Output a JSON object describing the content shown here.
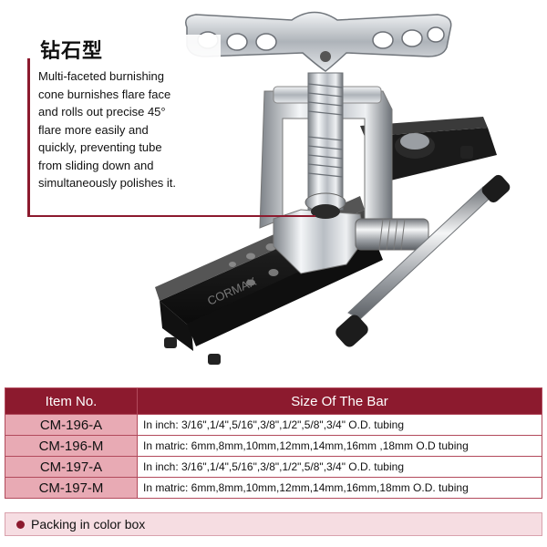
{
  "callout": {
    "title": "钻石型",
    "lines": [
      "Multi-faceted burnishing",
      "cone burnishes flare face",
      "and rolls out precise 45°",
      "flare more easily and",
      "quickly, preventing tube",
      "from sliding down and",
      "simultaneously polishes it."
    ]
  },
  "product": {
    "engraving": "CORMAX"
  },
  "table": {
    "headers": {
      "item": "Item No.",
      "size": "Size Of The Bar"
    },
    "rows": [
      {
        "item": "CM-196-A",
        "size": "In inch: 3/16\",1/4\",5/16\",3/8\",1/2\",5/8\",3/4\" O.D. tubing"
      },
      {
        "item": "CM-196-M",
        "size": "In matric: 6mm,8mm,10mm,12mm,14mm,16mm ,18mm O.D tubing"
      },
      {
        "item": "CM-197-A",
        "size": "In inch: 3/16\",1/4\",5/16\",3/8\",1/2\",5/8\",3/4\" O.D. tubing"
      },
      {
        "item": "CM-197-M",
        "size": "In matric: 6mm,8mm,10mm,12mm,14mm,16mm,18mm O.D. tubing"
      }
    ]
  },
  "footer": {
    "text": "Packing in color box"
  },
  "colors": {
    "accent": "#8c1a2e",
    "item_cell": "#e8aab4",
    "footer_bg": "#f6dde2"
  }
}
